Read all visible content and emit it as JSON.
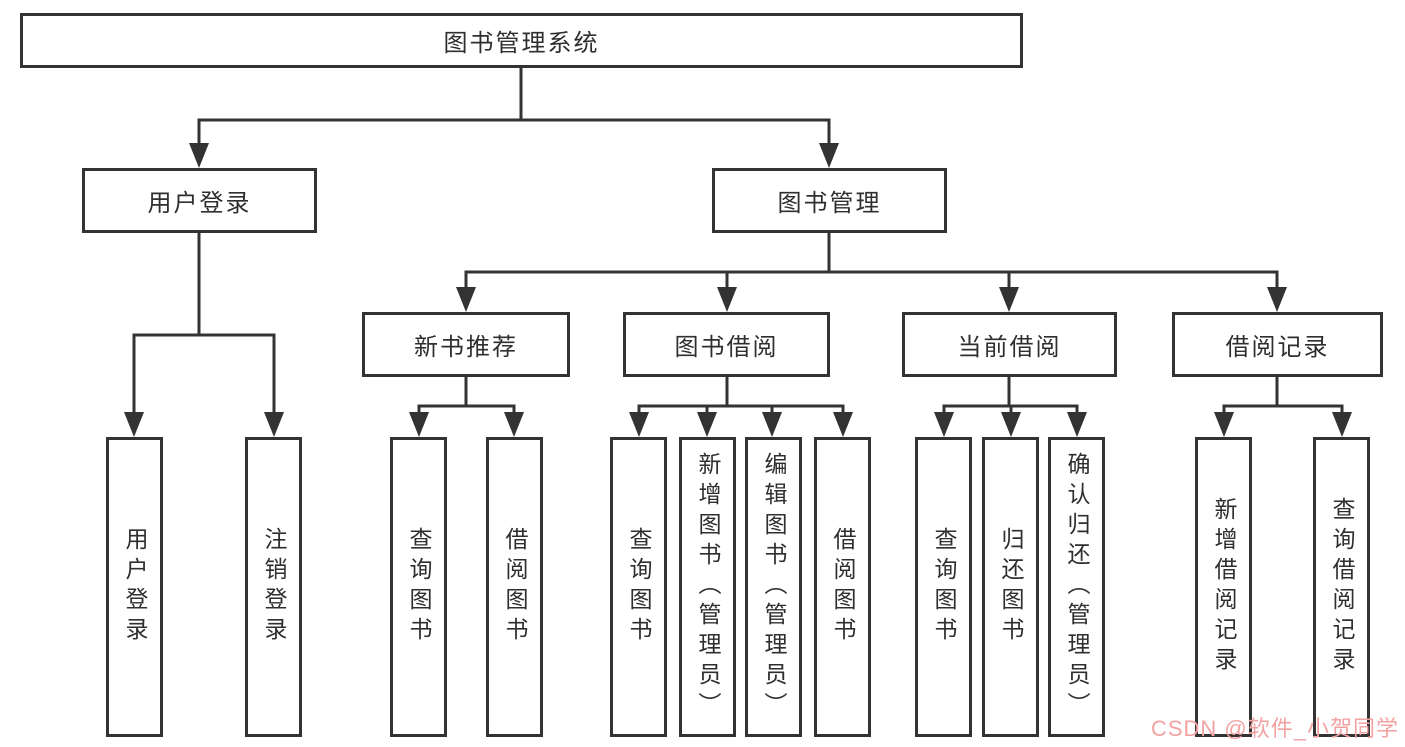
{
  "diagram": {
    "root": "图书管理系统",
    "level2": {
      "user_login": "用户登录",
      "book_mgmt": "图书管理"
    },
    "level3": {
      "new_book_rec": "新书推荐",
      "book_borrow": "图书借阅",
      "current_borrow": "当前借阅",
      "borrow_record": "借阅记录"
    },
    "leaves": {
      "user_login": "用户登录",
      "logout": "注销登录",
      "query_book_rec": "查询图书",
      "borrow_book_rec": "借阅图书",
      "query_book_borrow": "查询图书",
      "add_book": "新增图书（管理员）",
      "edit_book": "编辑图书（管理员）",
      "borrow_book": "借阅图书",
      "query_book_current": "查询图书",
      "return_book": "归还图书",
      "confirm_return": "确认归还（管理员）",
      "add_borrow_record": "新增借阅记录",
      "query_borrow_record": "查询借阅记录"
    }
  },
  "watermark": "CSDN @软件_小贺同学",
  "colors": {
    "line": "#333333",
    "text": "#2f2f2f",
    "watermark": "#f2a2a2"
  }
}
